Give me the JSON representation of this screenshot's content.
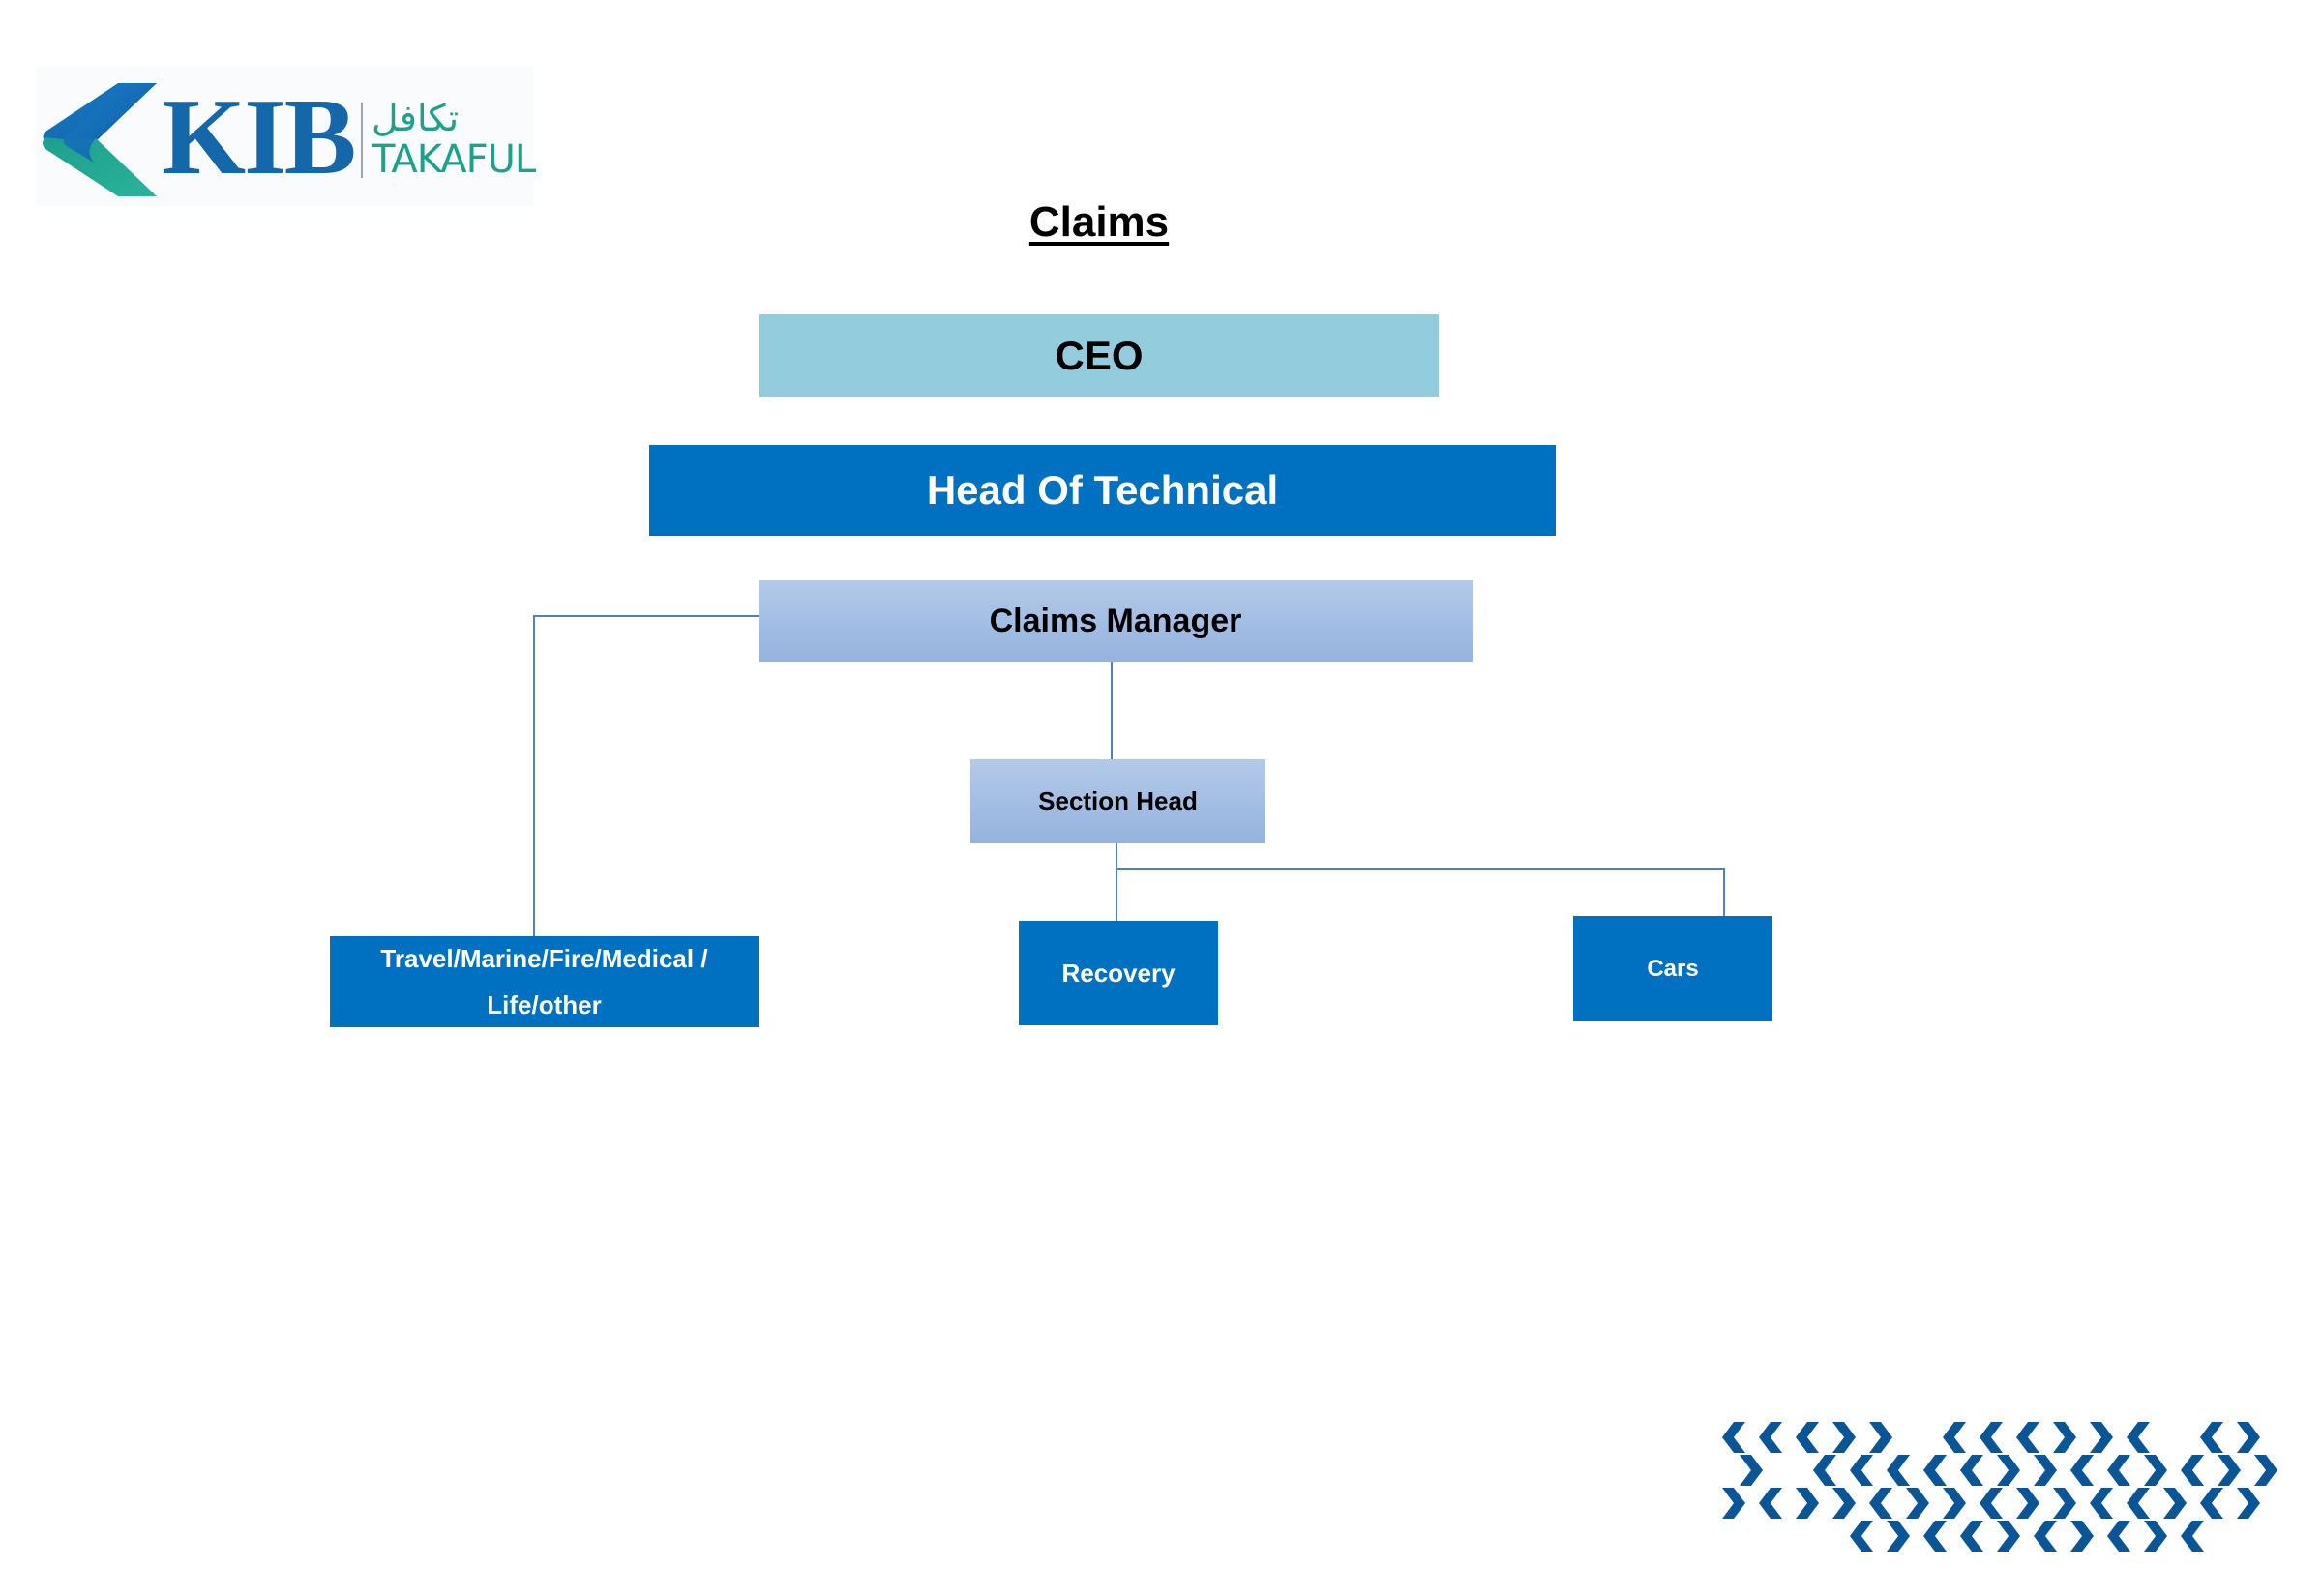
{
  "logo": {
    "brand": "KIB",
    "arabic": "تكافل",
    "sub": "TAKAFUL",
    "colors": {
      "blue": "#1467a8",
      "green": "#1ea08a"
    }
  },
  "title": "Claims",
  "nodes": {
    "ceo": "CEO",
    "head_of_technical": "Head Of Technical",
    "claims_manager": "Claims Manager",
    "section_head": "Section Head",
    "travel": "Travel/Marine/Fire/Medical / Life/other",
    "recovery": "Recovery",
    "cars": "Cars"
  },
  "colors": {
    "ceo_fill": "#93cddd",
    "primary_blue": "#0070c0",
    "light_blue_top": "#b3c9e8",
    "light_blue_bottom": "#95b3df",
    "connector": "#4f81bd",
    "pattern": "#0a5596"
  }
}
